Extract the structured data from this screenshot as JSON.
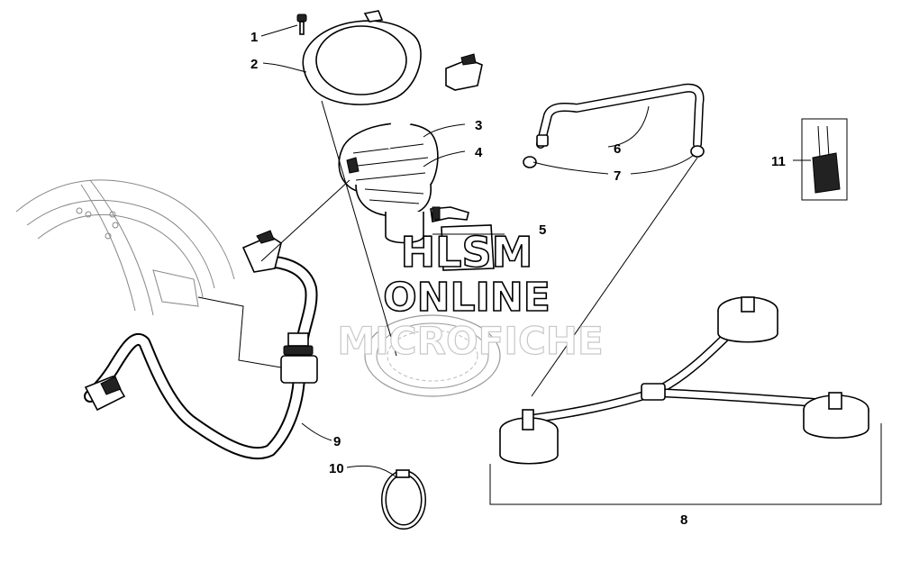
{
  "callouts": {
    "c1": "1",
    "c2": "2",
    "c3": "3",
    "c4": "4",
    "c5": "5",
    "c6": "6",
    "c7": "7",
    "c8": "8",
    "c9": "9",
    "c10": "10",
    "c11": "11"
  },
  "watermark": {
    "line1": "HLSM",
    "line2": "ONLINE",
    "line3": "MICROFICHE"
  }
}
